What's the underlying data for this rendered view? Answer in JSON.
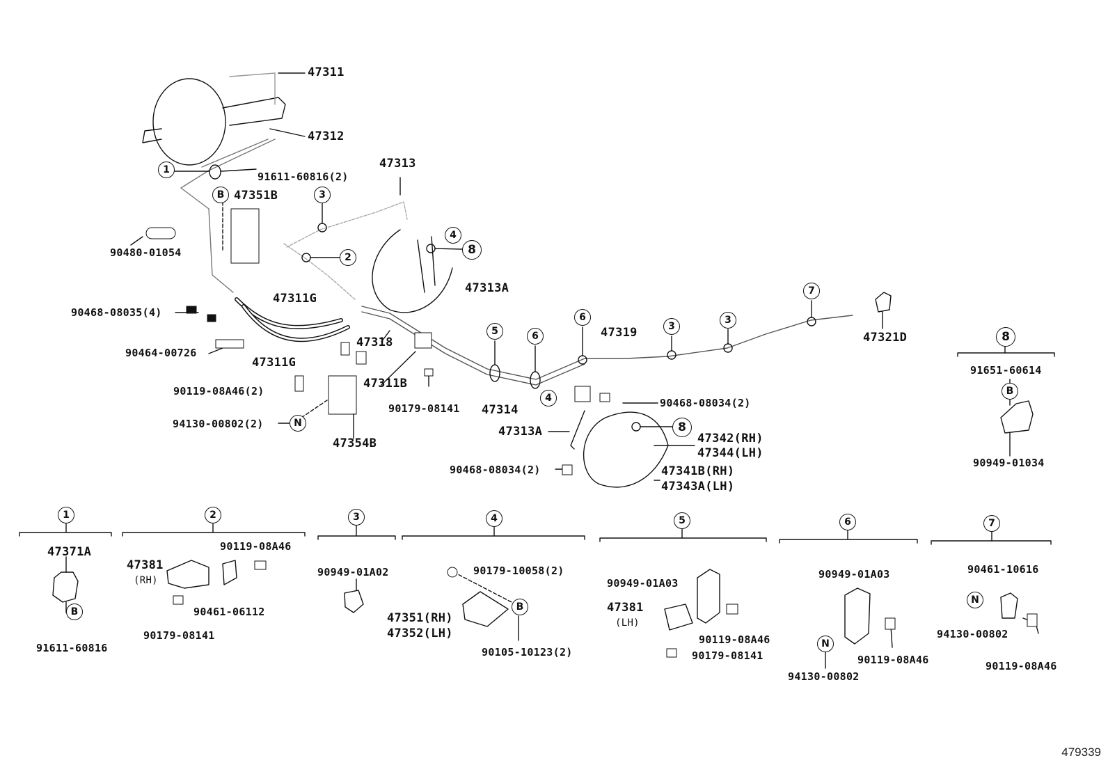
{
  "parts": {
    "p47311": "47311",
    "p47312": "47312",
    "p91611_60816_2": "91611-60816(2)",
    "p47313": "47313",
    "p47351B": "47351B",
    "p90480": "90480-01054",
    "p47313A_top": "47313A",
    "p47311G_a": "47311G",
    "p90468_08035": "90468-08035(4)",
    "p47318": "47318",
    "p90464": "90464-00726",
    "p47311G_b": "47311G",
    "p47311B": "47311B",
    "p90119_2": "90119-08A46(2)",
    "p90179_08141": "90179-08141",
    "p94130_2": "94130-00802(2)",
    "p47354B": "47354B",
    "p47319": "47319",
    "p47321D": "47321D",
    "p47314": "47314",
    "p90468_08034_a": "90468-08034(2)",
    "p47313A_bot": "47313A",
    "p47342": "47342(RH)",
    "p47344": "47344(LH)",
    "p90468_08034_b": "90468-08034(2)",
    "p47341B": "47341B(RH)",
    "p47343A": "47343A(LH)",
    "p91651": "91651-60614",
    "p90949_01034": "90949-01034"
  },
  "callouts": {
    "c1": "1",
    "c2": "2",
    "c3": "3",
    "c4": "4",
    "c5": "5",
    "c6": "6",
    "c7": "7",
    "c8": "8",
    "b": "B",
    "n": "N"
  },
  "details": {
    "d1": {
      "num": "1",
      "a": "47371A",
      "b": "91611-60816"
    },
    "d2": {
      "num": "2",
      "a": "47381",
      "rh": "(RH)",
      "b": "90119-08A46",
      "c": "90461-06112",
      "d": "90179-08141"
    },
    "d3": {
      "num": "3",
      "a": "90949-01A02"
    },
    "d4": {
      "num": "4",
      "a": "90179-10058(2)",
      "b": "47351(RH)",
      "c": "47352(LH)",
      "d": "90105-10123(2)"
    },
    "d5": {
      "num": "5",
      "a": "90949-01A03",
      "b": "47381",
      "lh": "(LH)",
      "c": "90119-08A46",
      "d": "90179-08141"
    },
    "d6": {
      "num": "6",
      "a": "90949-01A03",
      "b": "94130-00802",
      "c": "90119-08A46"
    },
    "d7": {
      "num": "7",
      "a": "90461-10616",
      "b": "94130-00802",
      "c": "90119-08A46"
    },
    "d8": {
      "num": "8"
    }
  },
  "ref_number": "479339"
}
